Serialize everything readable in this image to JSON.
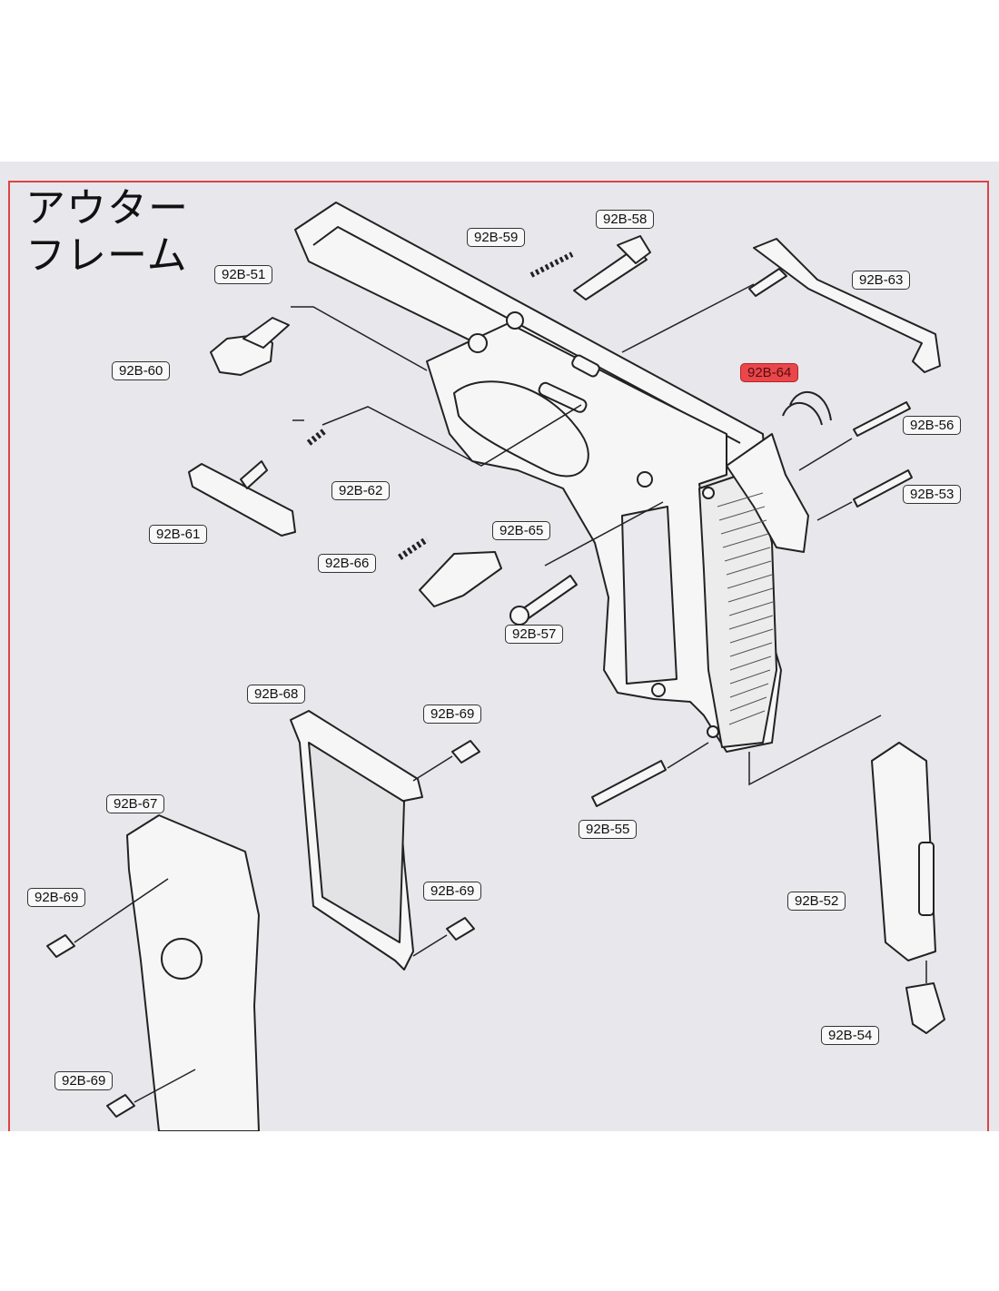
{
  "title": {
    "line1": "アウター",
    "line2": "フレーム"
  },
  "highlight_color": "#e8474c",
  "labels": {
    "p51": "92B-51",
    "p52": "92B-52",
    "p53": "92B-53",
    "p54": "92B-54",
    "p55": "92B-55",
    "p56": "92B-56",
    "p57": "92B-57",
    "p58": "92B-58",
    "p59": "92B-59",
    "p60": "92B-60",
    "p61": "92B-61",
    "p62": "92B-62",
    "p63": "92B-63",
    "p64": "92B-64",
    "p65": "92B-65",
    "p66": "92B-66",
    "p67": "92B-67",
    "p68": "92B-68",
    "p69": "92B-69"
  }
}
